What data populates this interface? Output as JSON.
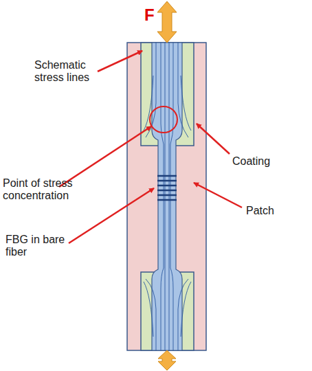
{
  "diagram": {
    "labels": [
      "F",
      "Schematic stress lines",
      "Coating",
      "Point of stress concentration",
      "FBG in bare fiber",
      "Patch"
    ]
  }
}
